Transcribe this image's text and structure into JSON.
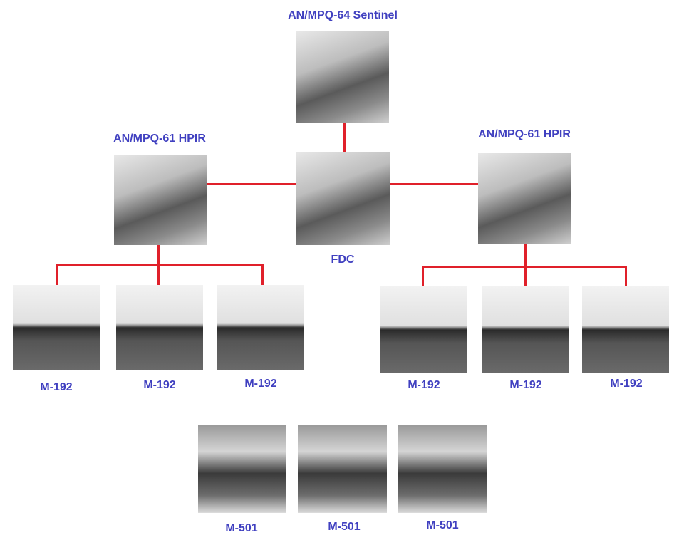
{
  "colors": {
    "label": "#4040c0",
    "line": "#e0202a"
  },
  "nodes": {
    "sentinel": "AN/MPQ-64 Sentinel",
    "fdc": "FDC",
    "hpir_left": "AN/MPQ-61 HPIR",
    "hpir_right": "AN/MPQ-61 HPIR",
    "launchers": [
      "M-192",
      "M-192",
      "M-192",
      "M-192",
      "M-192",
      "M-192"
    ],
    "loaders": [
      "M-501",
      "M-501",
      "M-501"
    ]
  }
}
